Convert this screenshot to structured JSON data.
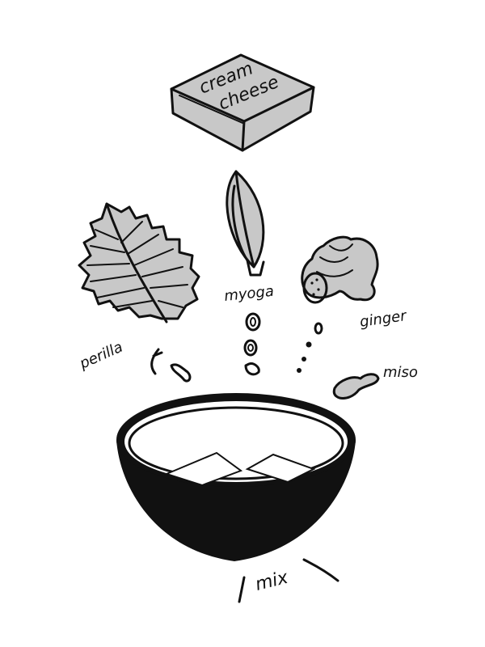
{
  "labels": {
    "cream_cheese_line1": "cream",
    "cream_cheese_line2": "cheese",
    "perilla": "perilla",
    "myoga": "myoga",
    "ginger": "ginger",
    "miso": "miso",
    "mix": "mix"
  },
  "colors": {
    "ink": "#111111",
    "fill_grey": "#c8c8c8",
    "background": "#ffffff"
  },
  "icons": [
    "cream-cheese-block-icon",
    "perilla-leaf-icon",
    "myoga-bud-icon",
    "ginger-root-icon",
    "miso-icon",
    "mixing-bowl-icon"
  ]
}
